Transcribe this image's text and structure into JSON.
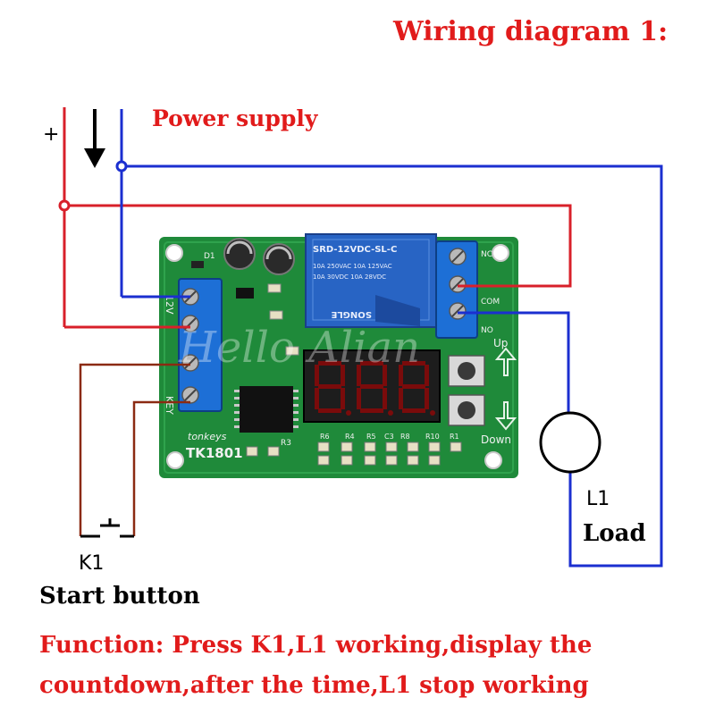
{
  "title": "Wiring diagram 1:",
  "power_label": "Power supply",
  "plus_label": "+",
  "k1_label": "K1",
  "start_label": "Start button",
  "l1_label": "L1",
  "load_label": "Load",
  "function_line1": "Function: Press K1,L1 working,display the",
  "function_line2": "countdown,after the time,L1 stop working",
  "board": {
    "relay_model": "SRD-12VDC-SL-C",
    "relay_brand": "SONGLE",
    "relay_spec1": "10A 250VAC 10A 125VAC",
    "relay_spec2": "10A 30VDC 10A 28VDC",
    "model_label": "TK1801",
    "brand_label": "tonkeys",
    "up_label": "Up",
    "down_label": "Down",
    "com_label": "COM",
    "nc_label": "NC",
    "no_label": "NO",
    "v12_label": "12V",
    "key_label": "KEY",
    "d1_label": "D1",
    "r3_label": "R3",
    "r6_label": "R6",
    "r4_label": "R4",
    "r5_label": "R5",
    "c3_label": "C3",
    "r8_label": "R8",
    "r10_label": "R10",
    "r1_label": "R1"
  },
  "watermark": "Hello Alian",
  "colors": {
    "red_wire": "#d8202a",
    "blue_wire": "#1b2fd0",
    "brown_wire": "#8b2a12",
    "board_green": "#1f8a3a",
    "relay_blue": "#2864c4",
    "terminal_blue": "#1d6fd6",
    "title_red": "#e11b1b"
  }
}
